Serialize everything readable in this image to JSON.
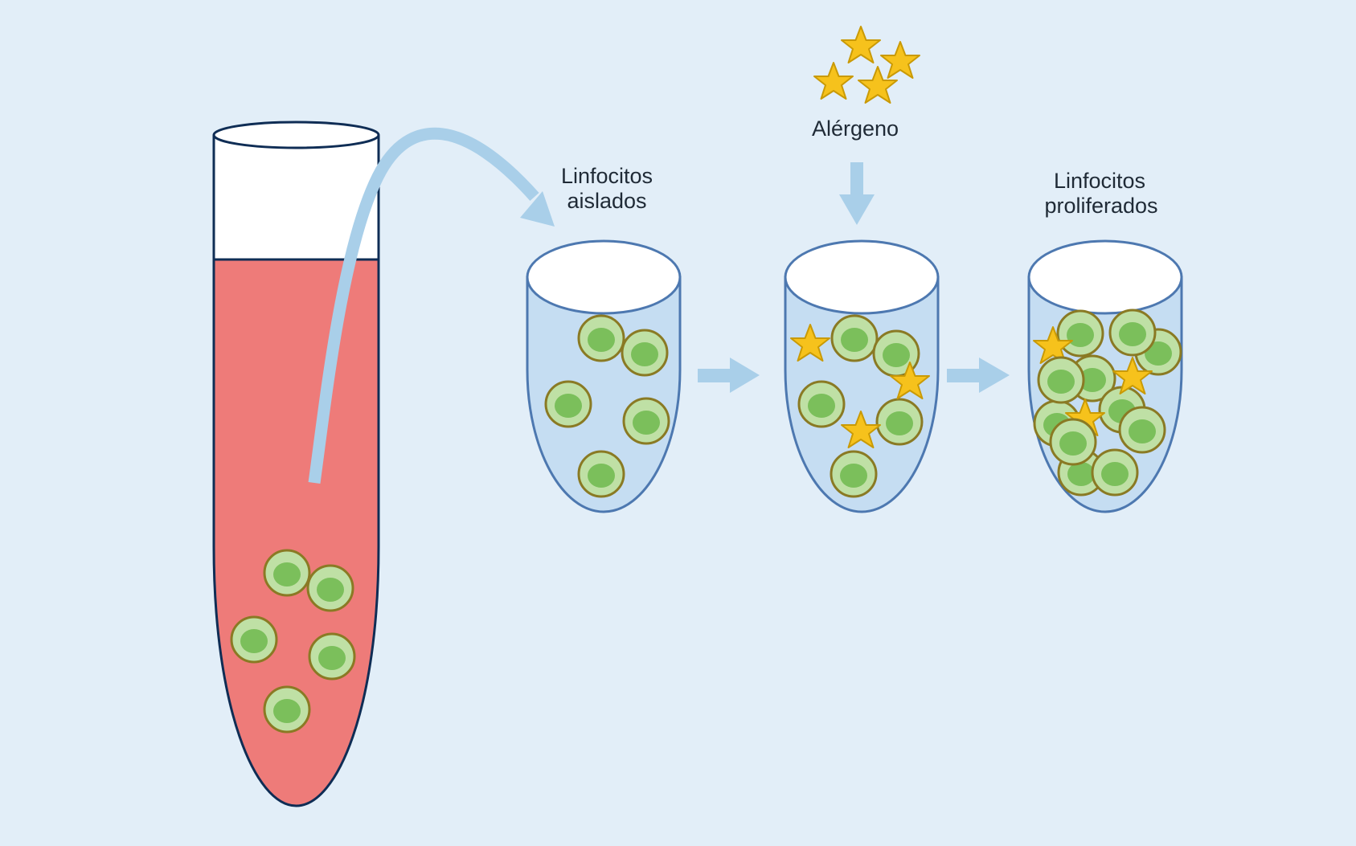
{
  "labels": {
    "isolated": [
      "Linfocitos",
      "aislados"
    ],
    "allergen": "Alérgeno",
    "proliferated": [
      "Linfocitos",
      "proliferados"
    ]
  },
  "colors": {
    "background": "#e2eef8",
    "blood": "#ee7b79",
    "tube_outline": "#0f2d55",
    "well_fill": "#c5ddf2",
    "well_outline": "#4d78b0",
    "arrow": "#a9cfe9",
    "cell_outer": "#bfe0a5",
    "cell_inner": "#7bbf5b",
    "cell_outline": "#8a7a24",
    "star_fill": "#f6c21c",
    "star_outline": "#c99a06"
  }
}
